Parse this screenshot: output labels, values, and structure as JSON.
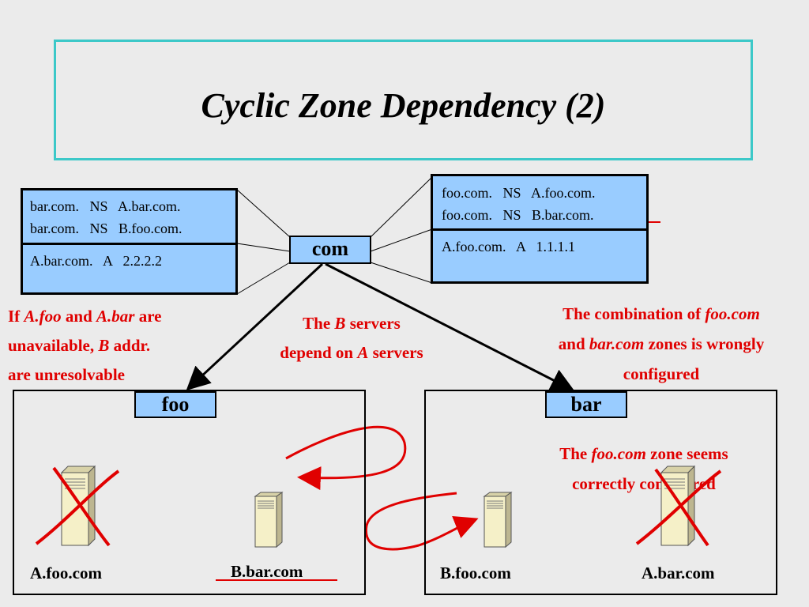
{
  "title": "Cyclic Zone Dependency (2)",
  "com_label": "com",
  "foo_label": "foo",
  "bar_label": "bar",
  "bar_records": {
    "ns1": "bar.com.   NS   A.bar.com.",
    "ns2": "bar.com.   NS   B.foo.com.",
    "a": "A.bar.com.   A   2.2.2.2"
  },
  "foo_records": {
    "ns1": "foo.com.   NS   A.foo.com.",
    "ns2": "foo.com.   NS   B.bar.com.",
    "a": "A.foo.com.   A   1.1.1.1"
  },
  "note_left": {
    "p1": "If ",
    "p2": "A.foo",
    "p3": " and ",
    "p4": "A.bar",
    "p5": " are",
    "p6": "unavailable, ",
    "p7": "B",
    "p8": " addr.",
    "p9": "are unresolvable"
  },
  "note_mid": {
    "p1": "The ",
    "p2": "B",
    "p3": " servers",
    "p4": "depend on ",
    "p5": "A",
    "p6": " servers"
  },
  "note_right": {
    "p1": "The combination of ",
    "p2": "foo.com",
    "p3": "and ",
    "p4": "bar.com",
    "p5": " zones is wrongly",
    "p6": "configured"
  },
  "note_bar": {
    "p1": "The ",
    "p2": "foo.com",
    "p3": " zone seems",
    "p4": "correctly configured"
  },
  "hosts": {
    "a_foo": "A.foo.com",
    "b_bar": "B.bar.com",
    "b_foo": "B.foo.com",
    "a_bar": "A.bar.com"
  },
  "colors": {
    "title_border": "#3cc8c8",
    "record_fill": "#99ccff",
    "annotation": "#e00000",
    "background": "#ebebeb",
    "server_fill": "#f5f0c8"
  },
  "icons": [
    "server-icon",
    "cross-mark-icon"
  ]
}
